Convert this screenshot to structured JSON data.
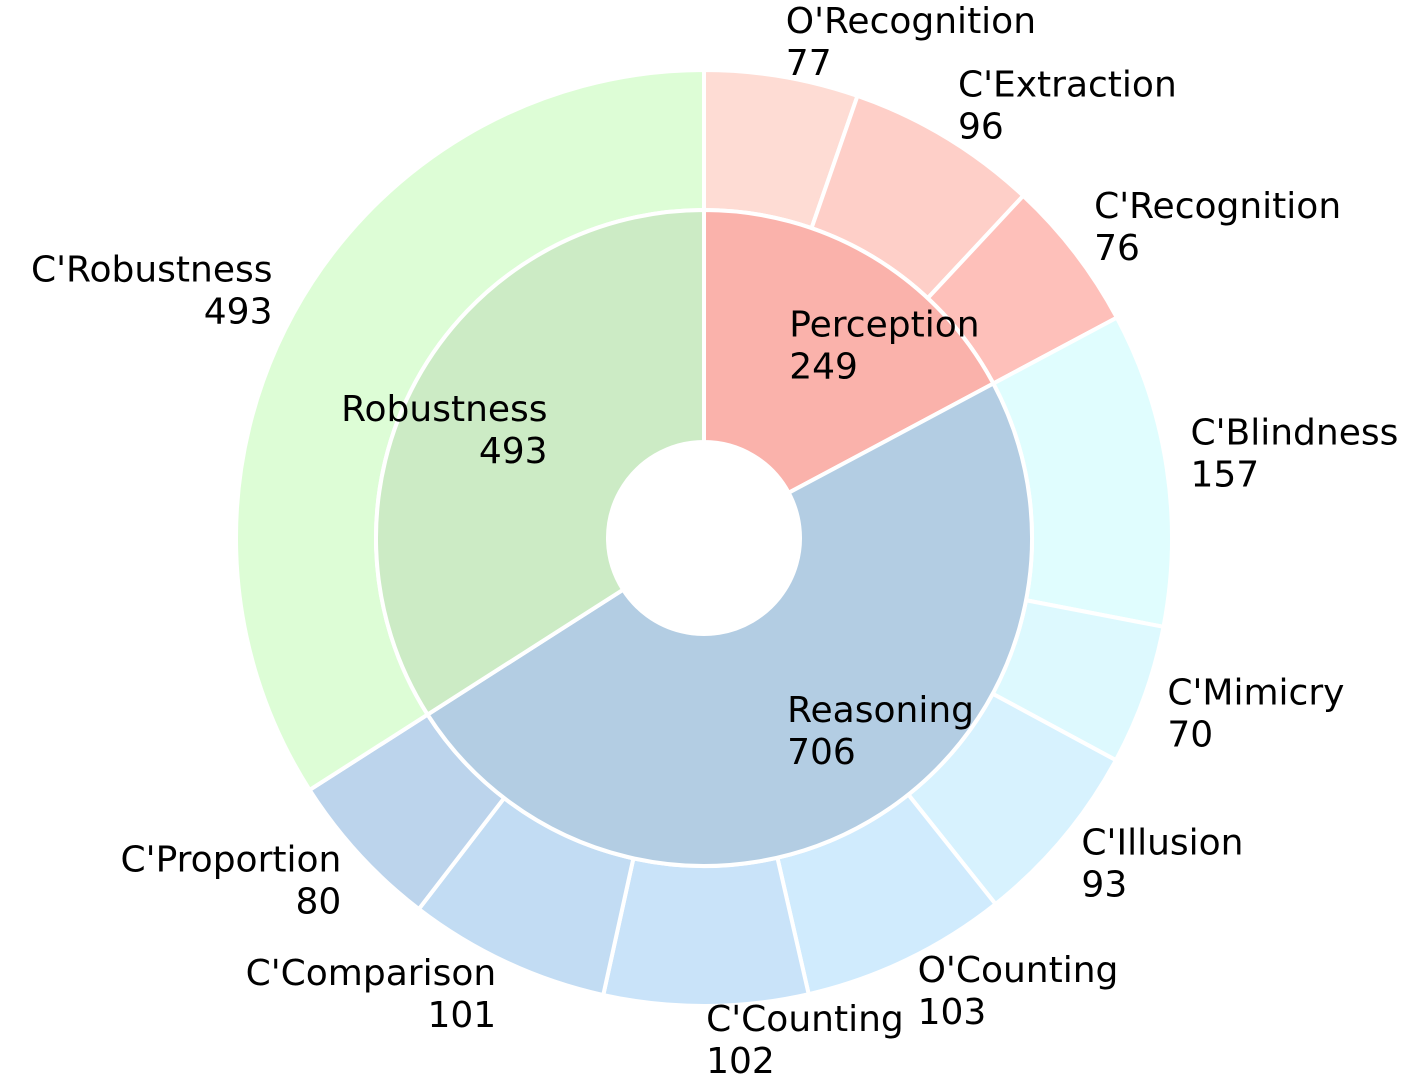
{
  "chart_data": {
    "type": "pie",
    "variant": "nested-donut",
    "title": "",
    "start": "top",
    "direction": "clockwise",
    "inner": [
      {
        "name": "Perception",
        "value": 249,
        "color": "#FAB2AB"
      },
      {
        "name": "Reasoning",
        "value": 706,
        "color": "#B3CDE3"
      },
      {
        "name": "Robustness",
        "value": 493,
        "color": "#CCEBC5"
      }
    ],
    "outer": [
      {
        "name": "O'Recognition",
        "value": 77,
        "parent": "Perception",
        "color": "#FEDCD4"
      },
      {
        "name": "C'Extraction",
        "value": 96,
        "parent": "Perception",
        "color": "#FECFC8"
      },
      {
        "name": "C'Recognition",
        "value": 76,
        "parent": "Perception",
        "color": "#FEC0BA"
      },
      {
        "name": "C'Blindness",
        "value": 157,
        "parent": "Reasoning",
        "color": "#E0FDFE"
      },
      {
        "name": "C'Mimicry",
        "value": 70,
        "parent": "Reasoning",
        "color": "#DDF9FE"
      },
      {
        "name": "C'Illusion",
        "value": 93,
        "parent": "Reasoning",
        "color": "#D7F2FE"
      },
      {
        "name": "O'Counting",
        "value": 103,
        "parent": "Reasoning",
        "color": "#D0EBFD"
      },
      {
        "name": "C'Counting",
        "value": 102,
        "parent": "Reasoning",
        "color": "#C9E3F9"
      },
      {
        "name": "C'Comparison",
        "value": 101,
        "parent": "Reasoning",
        "color": "#C2DCF3"
      },
      {
        "name": "C'Proportion",
        "value": 80,
        "parent": "Reasoning",
        "color": "#BCD4EC"
      },
      {
        "name": "C'Robustness",
        "value": 493,
        "parent": "Robustness",
        "color": "#DDFDD6"
      }
    ]
  }
}
